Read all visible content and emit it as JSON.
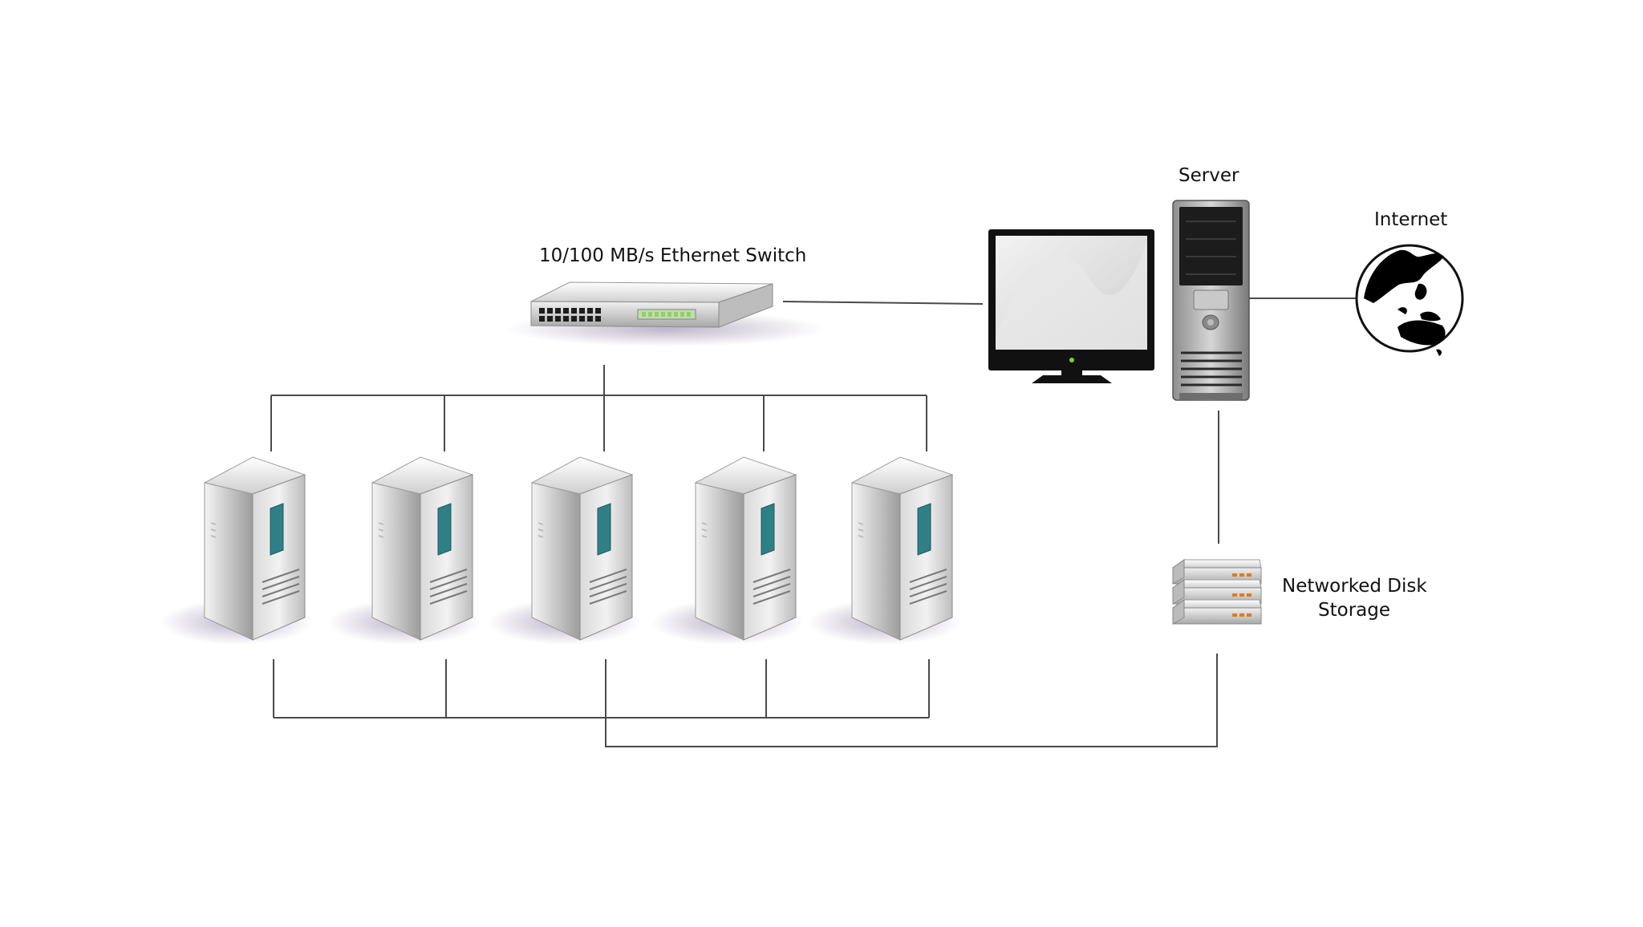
{
  "labels": {
    "switch": "10/100 MB/s Ethernet Switch",
    "server": "Server",
    "internet": "Internet",
    "storage_line1": "Networked Disk",
    "storage_line2": "Storage"
  },
  "nodes": {
    "compute_count": 5
  },
  "colors": {
    "line": "#4a4a4a",
    "tower_light": "#f0f0f0",
    "tower_dark": "#9a9a9a",
    "tower_slot": "#2f7f86",
    "monitor_frame": "#111111",
    "monitor_screen": "#dcdcdc",
    "globe_land": "#000000",
    "storage_led": "#e07b1c",
    "switch_led": "#8fd35e"
  }
}
